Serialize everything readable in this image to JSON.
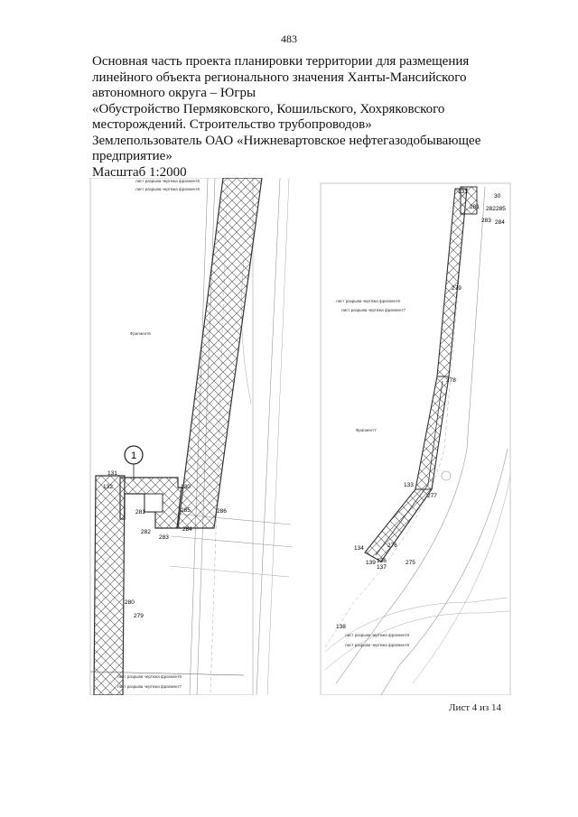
{
  "page_number": "483",
  "heading": {
    "lines": [
      "Основная часть проекта планировки территории для размещения",
      "линейного объекта регионального значения Ханты-Мансийского",
      "автономного округа – Югры",
      "«Обустройство Пермяковского, Кошильского, Хохряковского",
      "месторождений. Строительство трубопроводов»",
      "Землепользователь ОАО «Нижневартовское нефтегазодобывающее",
      "предприятие»",
      "Масштаб 1:2000"
    ]
  },
  "map": {
    "left": {
      "break_labels_top": [
        "лист разрыва чертежа фрагмент6",
        "лист разрыва чертежа фрагмент6"
      ],
      "fragment_label": "Фрагмент6",
      "callout": "1",
      "points": [
        "131",
        "132",
        "130",
        "285",
        "286",
        "281",
        "284",
        "282",
        "283",
        "280",
        "279"
      ],
      "break_labels_bottom": [
        "лист разрыва чертежа фрагмент6",
        "лист разрыва чертежа фрагмент7"
      ]
    },
    "right": {
      "points_top": [
        "131",
        "30",
        "281",
        "282",
        "285",
        "283",
        "284"
      ],
      "point_279": "279",
      "break_labels_mid": [
        "лист разрыва чертежа фрагмент6",
        "лист разрыва чертежа фрагмент7"
      ],
      "point_278": "278",
      "fragment_label": "Фрагмент7",
      "points_bend": [
        "133",
        "277"
      ],
      "points_lower": [
        "134",
        "276",
        "139",
        "136",
        "137",
        "275"
      ],
      "point_138": "138",
      "break_labels_bottom": [
        "лист разрыва чертежа фрагмент8",
        "лист разрыва чертежа фрагмент8"
      ]
    }
  },
  "sheet": "Лист 4 из 14"
}
